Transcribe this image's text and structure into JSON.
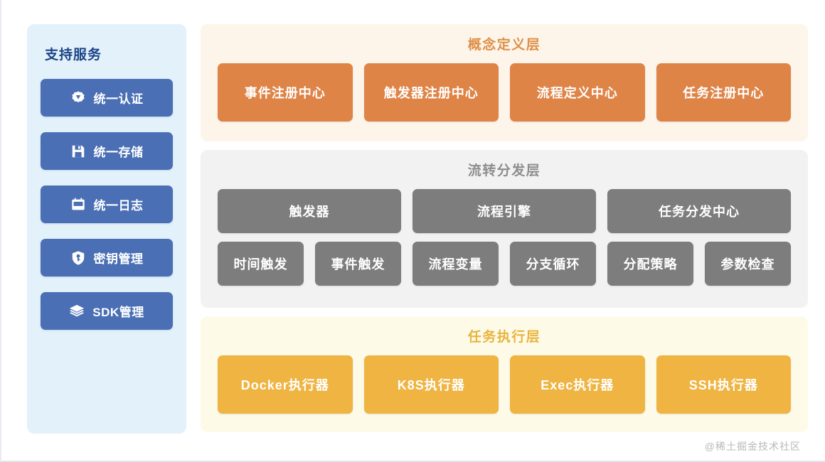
{
  "sidebar": {
    "title": "支持服务",
    "items": [
      {
        "label": "统一认证",
        "icon": "certificate-badge-icon"
      },
      {
        "label": "统一存储",
        "icon": "floppy-disk-icon"
      },
      {
        "label": "统一日志",
        "icon": "logbook-icon"
      },
      {
        "label": "密钥管理",
        "icon": "shield-key-icon"
      },
      {
        "label": "SDK管理",
        "icon": "layers-stack-icon"
      }
    ]
  },
  "layers": [
    {
      "id": "concept",
      "title": "概念定义层",
      "title_color": "#dd9049",
      "panel_color": "#fdf5e9",
      "box_color": "#df8447",
      "boxes": [
        "事件注册中心",
        "触发器注册中心",
        "流程定义中心",
        "任务注册中心"
      ]
    },
    {
      "id": "flow",
      "title": "流转分发层",
      "title_color": "#8d8d8d",
      "panel_color": "#f2f2f2",
      "box_color": "#7d7d7d",
      "top_boxes": [
        "触发器",
        "流程引擎",
        "任务分发中心"
      ],
      "bottom_boxes": [
        "时间触发",
        "事件触发",
        "流程变量",
        "分支循环",
        "分配策略",
        "参数检查"
      ]
    },
    {
      "id": "exec",
      "title": "任务执行层",
      "title_color": "#e9b43f",
      "panel_color": "#fdfbe8",
      "box_color": "#efb442",
      "boxes": [
        "Docker执行器",
        "K8S执行器",
        "Exec执行器",
        "SSH执行器"
      ]
    }
  ],
  "watermark": "@稀土掘金技术社区"
}
